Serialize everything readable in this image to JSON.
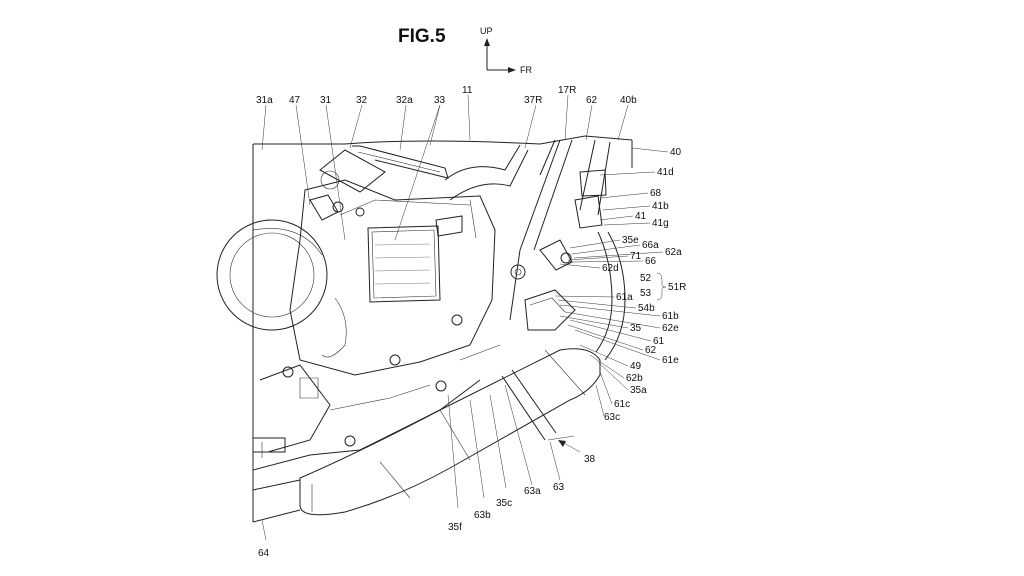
{
  "figure": {
    "title": "FIG.5",
    "direction_up": "UP",
    "direction_front": "FR"
  },
  "labels": {
    "l_31a": "31a",
    "l_47": "47",
    "l_31": "31",
    "l_32": "32",
    "l_32a": "32a",
    "l_33": "33",
    "l_11": "11",
    "l_37R": "37R",
    "l_17R": "17R",
    "l_62top": "62",
    "l_40b": "40b",
    "l_40": "40",
    "l_41d": "41d",
    "l_68": "68",
    "l_41b": "41b",
    "l_41": "41",
    "l_41g": "41g",
    "l_35e": "35e",
    "l_66a": "66a",
    "l_62a": "62a",
    "l_71": "71",
    "l_66": "66",
    "l_62d": "62d",
    "l_52": "52",
    "l_53": "53",
    "l_51R": "51R",
    "l_61a": "61a",
    "l_54b": "54b",
    "l_61b": "61b",
    "l_62e": "62e",
    "l_35": "35",
    "l_61": "61",
    "l_62mid": "62",
    "l_61e": "61e",
    "l_49": "49",
    "l_62b": "62b",
    "l_35a": "35a",
    "l_61c": "61c",
    "l_63c": "63c",
    "l_38": "38",
    "l_63": "63",
    "l_63a": "63a",
    "l_35c": "35c",
    "l_63b": "63b",
    "l_35f": "35f",
    "l_64": "64"
  }
}
